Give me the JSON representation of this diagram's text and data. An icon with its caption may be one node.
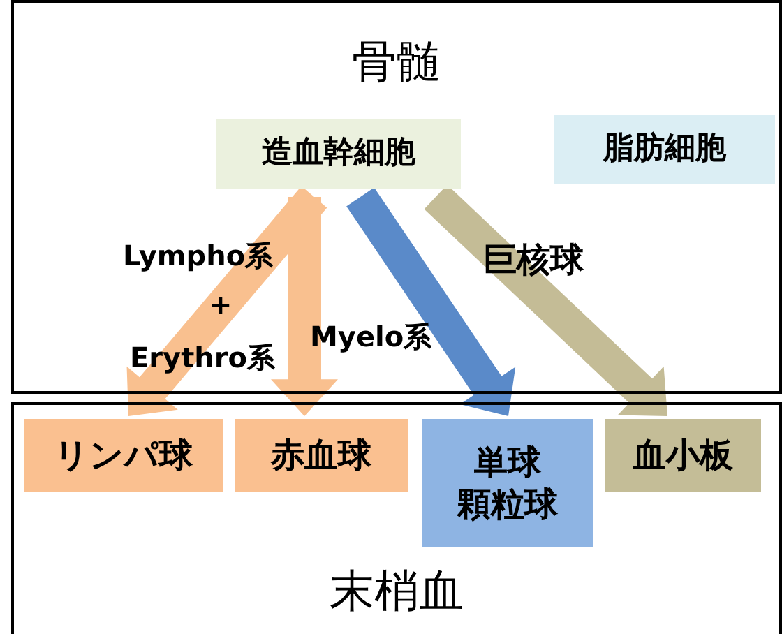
{
  "diagram": {
    "nodes": [
      {
        "text": [
          "骨髄"
        ]
      },
      {
        "text": [
          "造血幹細胞"
        ],
        "in": 0
      },
      {
        "text": [
          "脂肪細胞"
        ],
        "in": 0
      },
      {
        "text": [
          "末梢血"
        ]
      },
      {
        "text": [
          "リンパ球"
        ],
        "in": 3
      },
      {
        "text": [
          "赤血球"
        ],
        "in": 3
      },
      {
        "text": [
          "単球",
          "顆粒球"
        ],
        "in": 3
      },
      {
        "text": [
          "血小板"
        ],
        "in": 3
      }
    ],
    "edges": [
      {
        "from": 1,
        "to": 4,
        "arrow": "to",
        "style": "thick",
        "color": "#f9c08f"
      },
      {
        "from": 1,
        "to": 5,
        "arrow": "to",
        "style": "thick",
        "color": "#f9c08f"
      },
      {
        "from": 1,
        "to": 6,
        "arrow": "to",
        "style": "thick",
        "color": "#5a8ac9",
        "label": "Myelo系"
      },
      {
        "from": 1,
        "to": 7,
        "arrow": "to",
        "style": "thick",
        "color": "#c4bc96",
        "label": "巨核球"
      }
    ],
    "labels": [
      "Lympho系",
      "＋",
      "Erythro系"
    ]
  }
}
